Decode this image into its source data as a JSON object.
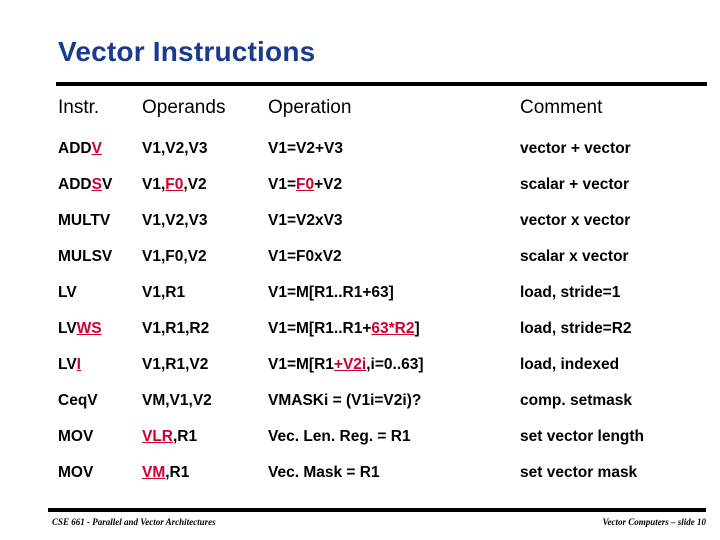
{
  "slide": {
    "title": "Vector Instructions",
    "title_color": "#1a3a8f",
    "highlight_color": "#cc0033",
    "text_color": "#000000",
    "background_color": "#ffffff"
  },
  "table": {
    "headers": {
      "instr": "Instr.",
      "operands": "Operands",
      "operation": "Operation",
      "comment": "Comment"
    },
    "rows": [
      {
        "instr_parts": [
          {
            "t": "ADD",
            "hl": false
          },
          {
            "t": "V",
            "hl": true
          }
        ],
        "operands_parts": [
          {
            "t": "V1,V2,V3",
            "hl": false
          }
        ],
        "operation_parts": [
          {
            "t": "V1=V2+V3",
            "hl": false
          }
        ],
        "comment": "vector + vector"
      },
      {
        "instr_parts": [
          {
            "t": "ADD",
            "hl": false
          },
          {
            "t": "S",
            "hl": true
          },
          {
            "t": "V",
            "hl": false
          }
        ],
        "operands_parts": [
          {
            "t": "V1,",
            "hl": false
          },
          {
            "t": "F0",
            "hl": true
          },
          {
            "t": ",V2",
            "hl": false
          }
        ],
        "operation_parts": [
          {
            "t": "V1=",
            "hl": false
          },
          {
            "t": "F0",
            "hl": true
          },
          {
            "t": "+V2",
            "hl": false
          }
        ],
        "comment": "scalar + vector"
      },
      {
        "instr_parts": [
          {
            "t": "MULTV",
            "hl": false
          }
        ],
        "operands_parts": [
          {
            "t": "V1,V2,V3",
            "hl": false
          }
        ],
        "operation_parts": [
          {
            "t": "V1=V2xV3",
            "hl": false
          }
        ],
        "comment": "vector x vector"
      },
      {
        "instr_parts": [
          {
            "t": "MULSV",
            "hl": false
          }
        ],
        "operands_parts": [
          {
            "t": "V1,F0,V2",
            "hl": false
          }
        ],
        "operation_parts": [
          {
            "t": "V1=F0xV2",
            "hl": false
          }
        ],
        "comment": "scalar x vector"
      },
      {
        "instr_parts": [
          {
            "t": "LV",
            "hl": false
          }
        ],
        "operands_parts": [
          {
            "t": "V1,R1",
            "hl": false
          }
        ],
        "operation_parts": [
          {
            "t": "V1=M[R1..R1+63]",
            "hl": false
          }
        ],
        "comment": "load, stride=1"
      },
      {
        "instr_parts": [
          {
            "t": "LV",
            "hl": false
          },
          {
            "t": "WS",
            "hl": true
          }
        ],
        "operands_parts": [
          {
            "t": "V1,R1,R2",
            "hl": false
          }
        ],
        "operation_parts": [
          {
            "t": "V1=M[R1..R1+",
            "hl": false
          },
          {
            "t": "63*R2",
            "hl": true
          },
          {
            "t": "]",
            "hl": false
          }
        ],
        "comment": "load, stride=R2"
      },
      {
        "instr_parts": [
          {
            "t": "LV",
            "hl": false
          },
          {
            "t": "I",
            "hl": true
          }
        ],
        "operands_parts": [
          {
            "t": "V1,R1,V2",
            "hl": false
          }
        ],
        "operation_parts": [
          {
            "t": "V1=M[R1",
            "hl": false
          },
          {
            "t": "+V2i",
            "hl": true
          },
          {
            "t": ",i=0..63]",
            "hl": false
          }
        ],
        "comment": "load, indexed"
      },
      {
        "instr_parts": [
          {
            "t": "CeqV",
            "hl": false
          }
        ],
        "operands_parts": [
          {
            "t": "VM,V1,V2",
            "hl": false
          }
        ],
        "operation_parts": [
          {
            "t": "VMASKi = (V1i=V2i)?",
            "hl": false
          }
        ],
        "comment": "comp. setmask"
      },
      {
        "instr_parts": [
          {
            "t": "MOV",
            "hl": false
          }
        ],
        "operands_parts": [
          {
            "t": "VLR",
            "hl": true
          },
          {
            "t": ",R1",
            "hl": false
          }
        ],
        "operation_parts": [
          {
            "t": "Vec. Len. Reg. = R1",
            "hl": false
          }
        ],
        "comment": "set vector length"
      },
      {
        "instr_parts": [
          {
            "t": "MOV",
            "hl": false
          }
        ],
        "operands_parts": [
          {
            "t": "VM",
            "hl": true
          },
          {
            "t": ",R1",
            "hl": false
          }
        ],
        "operation_parts": [
          {
            "t": "Vec. Mask = R1",
            "hl": false
          }
        ],
        "comment": "set vector mask"
      }
    ]
  },
  "footer": {
    "left": "CSE 661 - Parallel and Vector Architectures",
    "right": "Vector Computers – slide 10"
  }
}
